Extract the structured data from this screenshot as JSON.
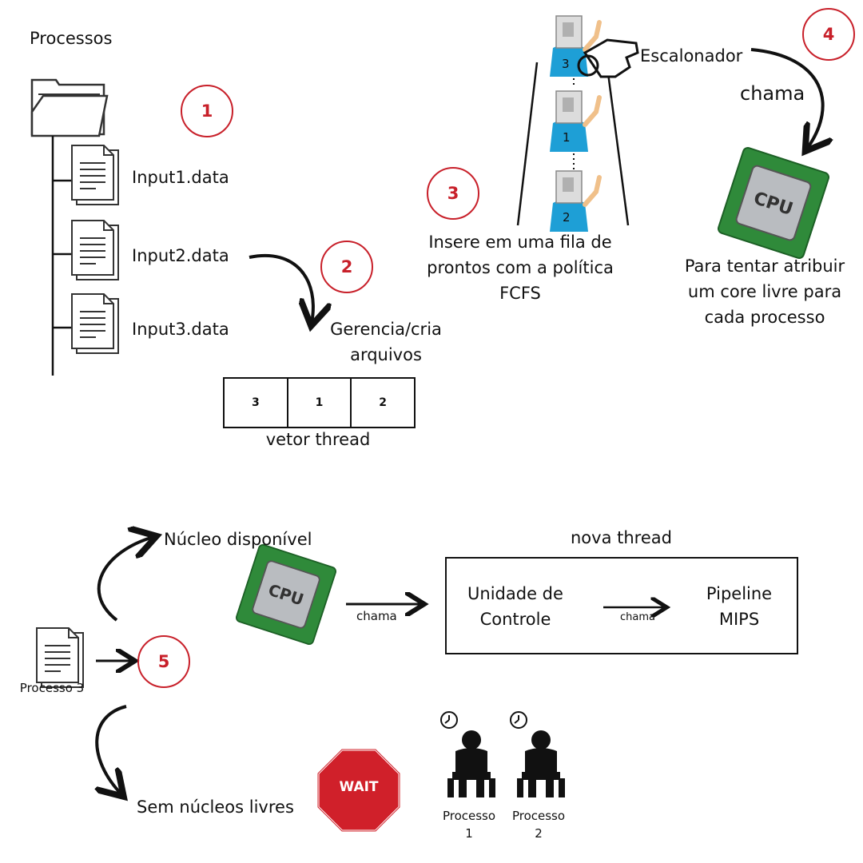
{
  "title": "Processos",
  "files": [
    "Input1.data",
    "Input2.data",
    "Input3.data"
  ],
  "steps": [
    "1",
    "2",
    "3",
    "4",
    "5"
  ],
  "step2_label": "Gerencia/cria arquivos",
  "step2_label_lines": [
    "Gerencia/cria",
    "arquivos"
  ],
  "vector": {
    "cells": [
      "3",
      "1",
      "2"
    ],
    "label": "vetor thread"
  },
  "queue": {
    "numbers": [
      "3",
      "1",
      "2"
    ],
    "scheduler": "Escalonador",
    "label_lines": [
      "Insere em uma fila de",
      "prontos com a política",
      "FCFS"
    ]
  },
  "step4": {
    "arrow_label": "chama",
    "chip_text": "CPU",
    "label_lines": [
      "Para tentar atribuir",
      "um core livre para",
      "cada processo"
    ]
  },
  "bottom": {
    "available": "Núcleo disponível",
    "chama1": "chama",
    "new_thread": "nova thread",
    "control_lines": [
      "Unidade de",
      "Controle"
    ],
    "chama2": "chama",
    "pipeline_lines": [
      "Pipeline",
      "MIPS"
    ],
    "process": "Processo 3",
    "no_cores": "Sem núcleos livres",
    "wait": "WAIT",
    "waiting": [
      [
        "Processo",
        "1"
      ],
      [
        "Processo",
        "2"
      ]
    ]
  },
  "colors": {
    "accent": "#c8202a",
    "chip": "#2f8a3a",
    "shirt": "#1e9fd6"
  }
}
